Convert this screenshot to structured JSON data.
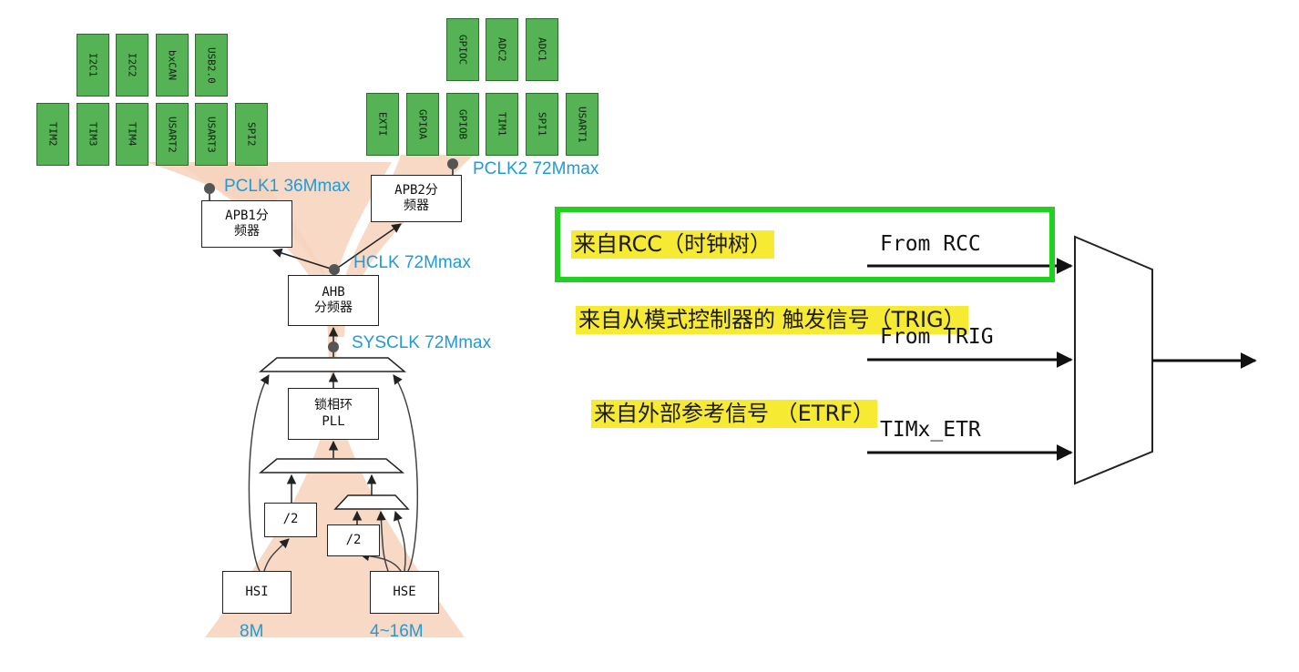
{
  "clock_tree": {
    "apb1_peripherals_top": [
      "I2C1",
      "I2C2",
      "bxCAN",
      "USB2.0"
    ],
    "apb1_peripherals_bottom": [
      "TIM2",
      "TIM3",
      "TIM4",
      "USART2",
      "USART3",
      "SPI2"
    ],
    "apb2_peripherals_top": [
      "GPIOC",
      "ADC2",
      "ADC1"
    ],
    "apb2_peripherals_bottom": [
      "EXTI",
      "GPIOA",
      "GPIOB",
      "TIM1",
      "SPI1",
      "USART1"
    ],
    "boxes": {
      "apb1": "APB1分\n频器",
      "apb2": "APB2分\n频器",
      "ahb": "AHB\n分频器",
      "pll": "锁相环\nPLL",
      "div2_left": "/2",
      "div2_right": "/2",
      "hsi": "HSI",
      "hse": "HSE"
    },
    "labels": {
      "pclk1": "PCLK1 36Mmax",
      "pclk2": "PCLK2 72Mmax",
      "hclk": "HCLK 72Mmax",
      "sysclk": "SYSCLK 72Mmax",
      "hsi_freq": "8M",
      "hse_freq": "4~16M"
    }
  },
  "mux": {
    "inputs": [
      {
        "desc": "来自RCC（时钟树）",
        "signal": "From RCC"
      },
      {
        "desc": "来自从模式控制器的\n触发信号（TRIG）",
        "signal": "From TRIG"
      },
      {
        "desc": "来自外部参考信号\n（ETRF）",
        "signal": "TIMx_ETR"
      }
    ]
  },
  "colors": {
    "peripheral_fill": "#55b255",
    "frequency_label": "#1f9bd7",
    "highlight": "#f7ea33",
    "selection_frame": "#22d022",
    "tree_background": "#f6d2bc"
  }
}
